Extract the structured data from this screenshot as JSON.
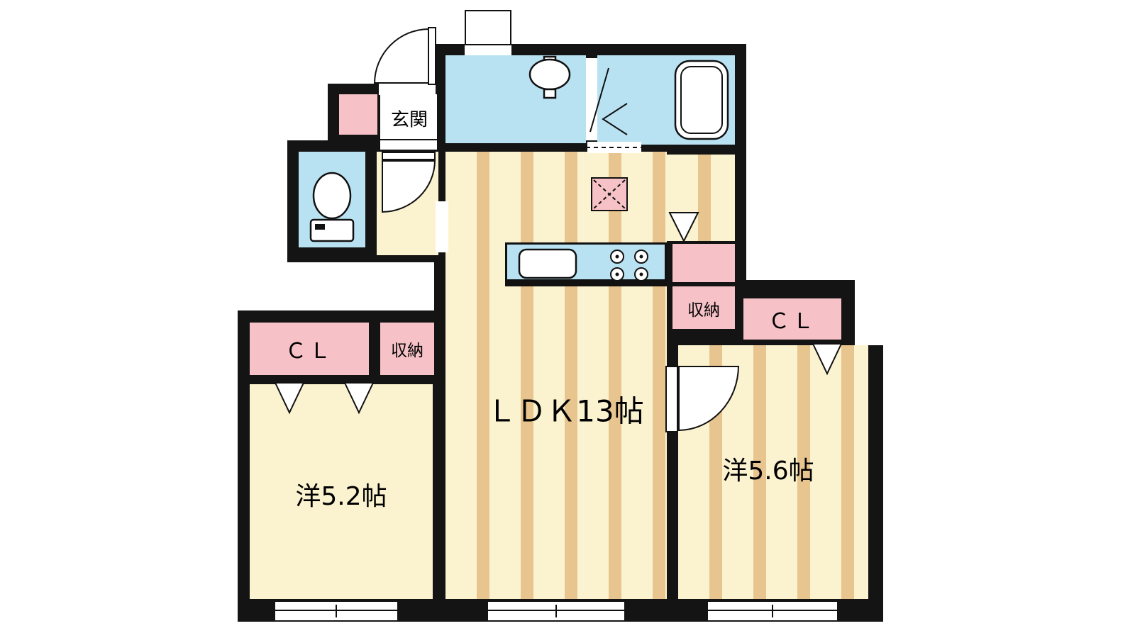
{
  "plan": {
    "labels": {
      "genkan": "玄関",
      "ldk": "ＬＤＫ13帖",
      "room_left": "洋5.2帖",
      "room_right": "洋5.6帖",
      "closet_left": "ＣＬ",
      "closet_right": "ＣＬ",
      "storage_left": "収納",
      "storage_right": "収納"
    }
  },
  "colors": {
    "wall": "#141414",
    "line": "#111111",
    "cream": "#FBF3D0",
    "tan": "#E8C48E",
    "blue": "#B8E2F2",
    "pink": "#F6C2C7"
  }
}
